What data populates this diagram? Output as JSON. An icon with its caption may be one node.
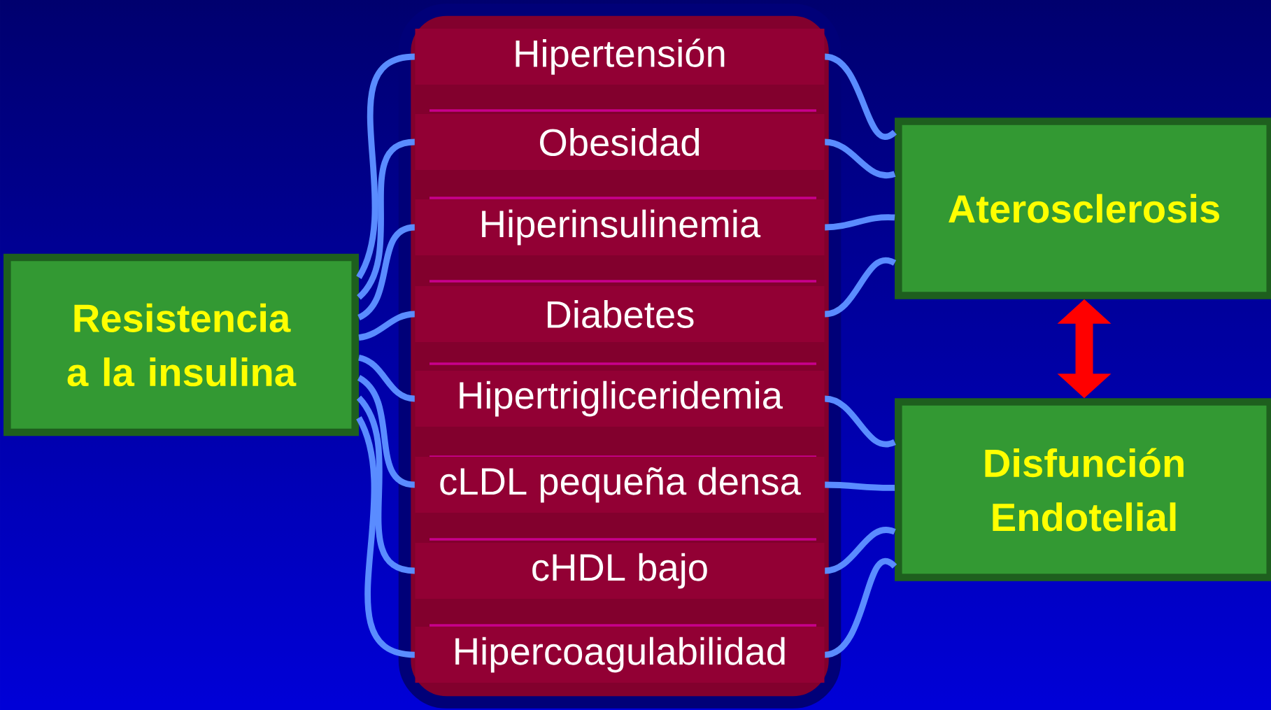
{
  "diagram": {
    "nodes": [
      {
        "text": [
          "Resistencia a la insulina"
        ]
      },
      {
        "text": [],
        "shape": "box"
      },
      {
        "text": [
          "Hipertensión"
        ],
        "in": 1
      },
      {
        "text": [
          "Obesidad"
        ],
        "in": 1
      },
      {
        "text": [
          "Hiperinsulinemia"
        ],
        "in": 1
      },
      {
        "text": [
          "Diabetes"
        ],
        "in": 1
      },
      {
        "text": [
          "Hipertrigliceridemia"
        ],
        "in": 1
      },
      {
        "text": [
          "cLDL pequeña densa"
        ],
        "in": 1
      },
      {
        "text": [
          "cHDL bajo"
        ],
        "in": 1
      },
      {
        "text": [
          "Hipercoagulabilidad"
        ],
        "in": 1
      },
      {
        "text": [
          "Aterosclerosis"
        ]
      },
      {
        "text": [
          "Disfunción Endotelial"
        ]
      }
    ],
    "edges": [
      {
        "from": 0,
        "to": 2,
        "arrow": "none"
      },
      {
        "from": 0,
        "to": 3,
        "arrow": "none"
      },
      {
        "from": 0,
        "to": 4,
        "arrow": "none"
      },
      {
        "from": 0,
        "to": 5,
        "arrow": "none"
      },
      {
        "from": 0,
        "to": 6,
        "arrow": "none"
      },
      {
        "from": 0,
        "to": 7,
        "arrow": "none"
      },
      {
        "from": 0,
        "to": 8,
        "arrow": "none"
      },
      {
        "from": 0,
        "to": 9,
        "arrow": "none"
      },
      {
        "from": 2,
        "to": 10,
        "arrow": "none"
      },
      {
        "from": 3,
        "to": 10,
        "arrow": "none"
      },
      {
        "from": 4,
        "to": 10,
        "arrow": "none"
      },
      {
        "from": 5,
        "to": 10,
        "arrow": "none"
      },
      {
        "from": 6,
        "to": 11,
        "arrow": "none"
      },
      {
        "from": 7,
        "to": 11,
        "arrow": "none"
      },
      {
        "from": 8,
        "to": 11,
        "arrow": "none"
      },
      {
        "from": 9,
        "to": 11,
        "arrow": "none"
      },
      {
        "from": 10,
        "to": 11,
        "arrow": "both",
        "style": "thick",
        "color": "#ff0000"
      }
    ]
  }
}
